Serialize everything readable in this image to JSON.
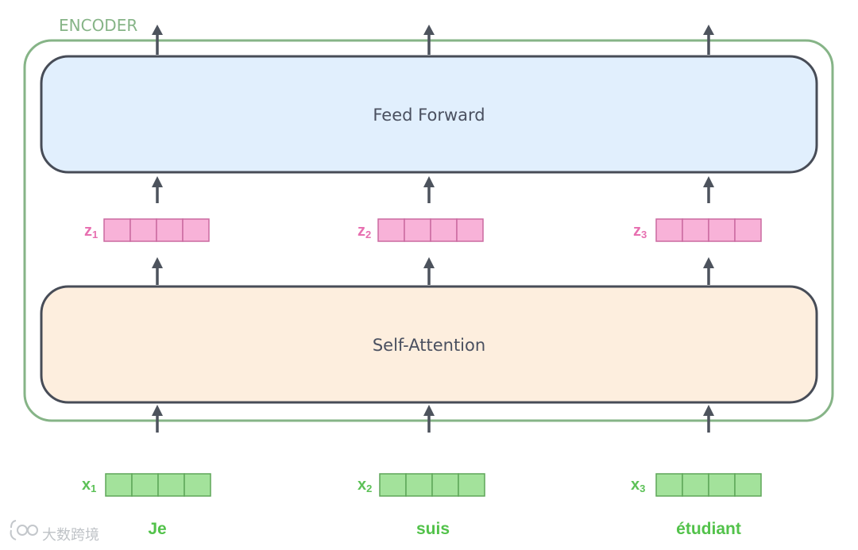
{
  "encoder": {
    "label": "ENCODER",
    "colors": {
      "border": "#86b487",
      "label": "#86b487"
    }
  },
  "feed_forward": {
    "label": "Feed Forward",
    "colors": {
      "fill": "#e1effd",
      "border": "#474c57"
    }
  },
  "self_attention": {
    "label": "Self-Attention",
    "colors": {
      "fill": "#fdeede",
      "border": "#474c57"
    }
  },
  "z_vectors": {
    "cell_count": 4,
    "colors": {
      "fill": "#f8b2d8",
      "border": "#ca6aa0",
      "label": "#e76fb0"
    },
    "items": [
      {
        "letter": "z",
        "sub": "1"
      },
      {
        "letter": "z",
        "sub": "2"
      },
      {
        "letter": "z",
        "sub": "3"
      }
    ]
  },
  "x_vectors": {
    "cell_count": 4,
    "colors": {
      "fill": "#a3e29b",
      "border": "#5ea659",
      "label": "#5cc157"
    },
    "items": [
      {
        "letter": "x",
        "sub": "1"
      },
      {
        "letter": "x",
        "sub": "2"
      },
      {
        "letter": "x",
        "sub": "3"
      }
    ]
  },
  "words": {
    "color": "#52c24a",
    "items": [
      "Je",
      "suis",
      "étudiant"
    ]
  },
  "arrows": {
    "color": "#4d535d"
  },
  "watermark": {
    "text": "大数跨境"
  }
}
